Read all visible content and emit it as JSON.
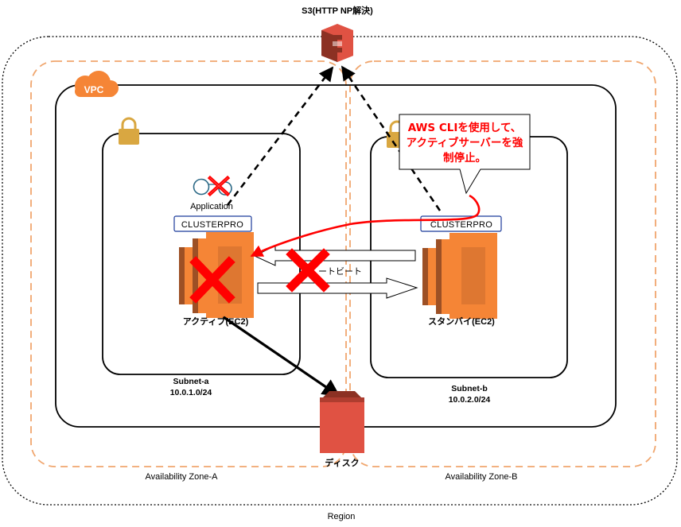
{
  "labels": {
    "s3": "S3(HTTP NP解決)",
    "vpc": "VPC",
    "region": "Region",
    "az_a": "Availability Zone-A",
    "az_b": "Availability Zone-B",
    "subnet_a_name": "Subnet-a",
    "subnet_a_cidr": "10.0.1.0/24",
    "subnet_b_name": "Subnet-b",
    "subnet_b_cidr": "10.0.2.0/24",
    "application": "Application",
    "clusterpro_a": "CLUSTERPRO",
    "clusterpro_b": "CLUSTERPRO",
    "active": "アクティブ(EC2)",
    "standby": "スタンバイ(EC2)",
    "heartbeat": "ートビート",
    "disk": "ディスク",
    "callout_line1": "AWS CLIを使用して、",
    "callout_line2": "アクティブサーバーを強",
    "callout_line3": "制停止。"
  },
  "colors": {
    "az_border": "#f0a66e",
    "aws_orange": "#f58536",
    "aws_orange_dark": "#9d5025",
    "s3_red": "#e05243",
    "s3_red_dark": "#8c3123",
    "lock_gold": "#d9a741",
    "cross_red": "#ff0000",
    "clusterpro_border": "#1b3a9a"
  },
  "icons": [
    "s3-bucket-icon",
    "vpc-cloud-icon",
    "lock-icon",
    "application-icon",
    "ec2-instance-icon",
    "ebs-disk-icon",
    "cross-icon"
  ]
}
